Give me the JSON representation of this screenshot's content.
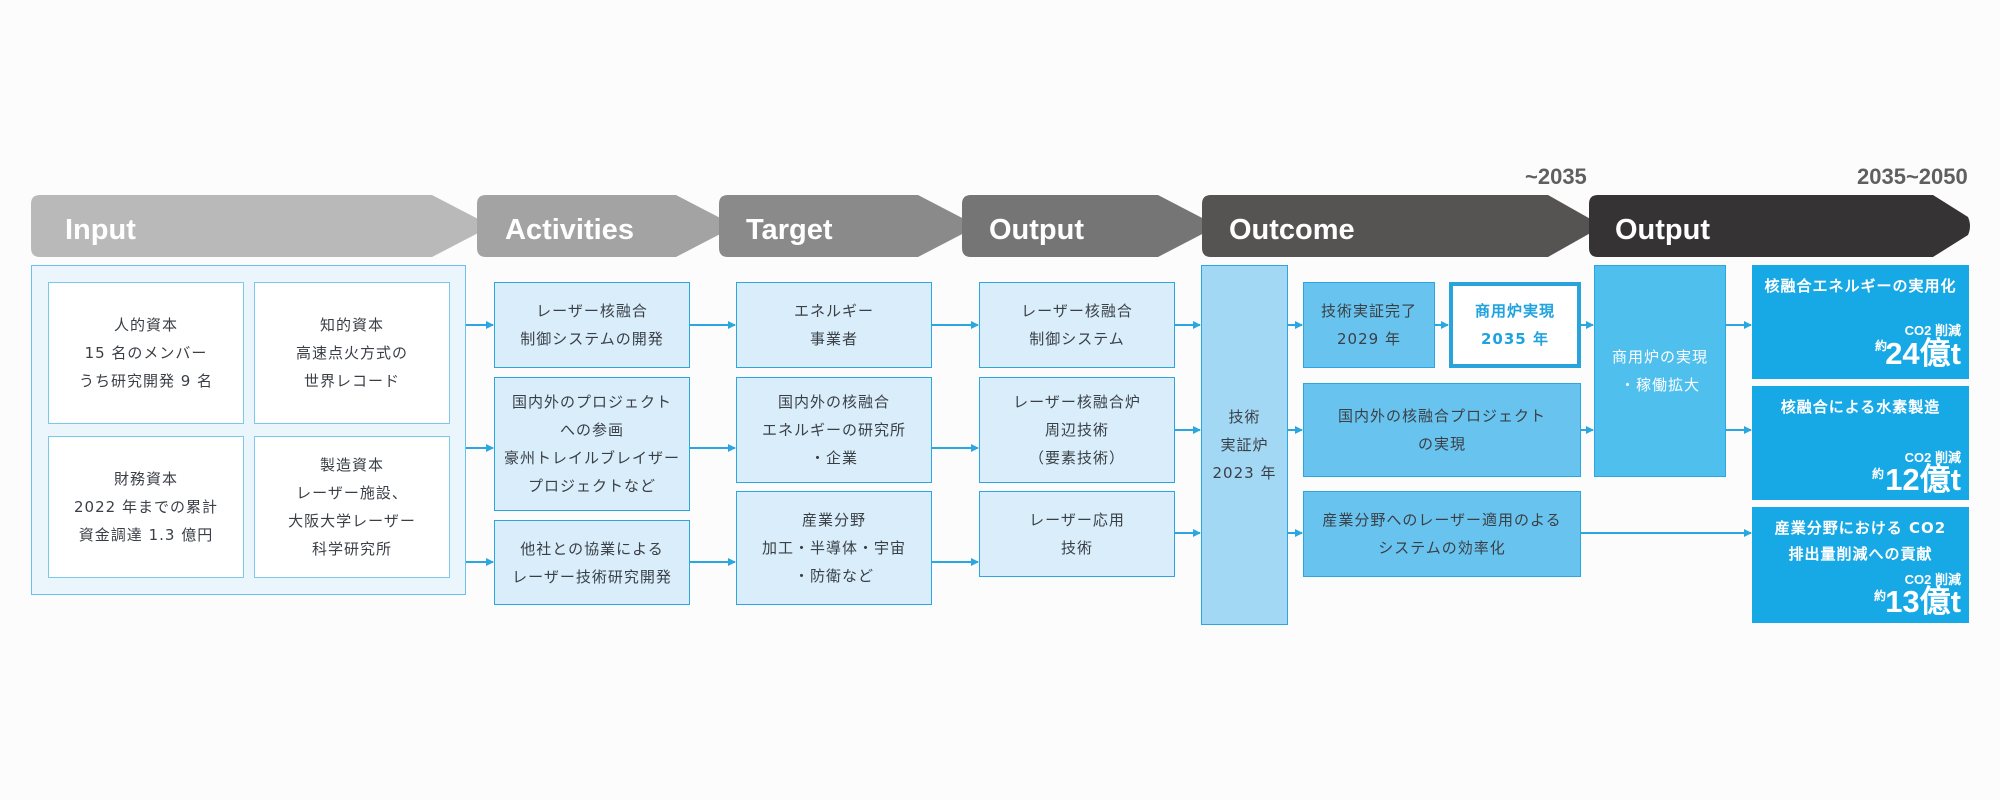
{
  "periods": {
    "mid": "~2035",
    "long": "2035~2050"
  },
  "headers": [
    {
      "label": "Input",
      "color": "#b9b9b9"
    },
    {
      "label": "Activities",
      "color": "#a3a3a3"
    },
    {
      "label": "Target",
      "color": "#8a8a8a"
    },
    {
      "label": "Output",
      "color": "#757575"
    },
    {
      "label": "Outcome",
      "color": "#565353"
    },
    {
      "label": "Output",
      "color": "#353333"
    }
  ],
  "input": {
    "human": [
      "人的資本",
      "15 名のメンバー",
      "うち研究開発 9 名"
    ],
    "intellectual": [
      "知的資本",
      "高速点火方式の",
      "世界レコード"
    ],
    "financial": [
      "財務資本",
      "2022 年までの累計",
      "資金調達 1.3 億円"
    ],
    "manufacturing": [
      "製造資本",
      "レーザー施設、",
      "大阪大学レーザー",
      "科学研究所"
    ]
  },
  "activities": [
    [
      "レーザー核融合",
      "制御システムの開発"
    ],
    [
      "国内外のプロジェクト",
      "への参画",
      "豪州トレイルブレイザー",
      "プロジェクトなど"
    ],
    [
      "他社との協業による",
      "レーザー技術研究開発"
    ]
  ],
  "targets": [
    [
      "エネルギー",
      "事業者"
    ],
    [
      "国内外の核融合",
      "エネルギーの研究所",
      "・企業"
    ],
    [
      "産業分野",
      "加工・半導体・宇宙",
      "・防衛など"
    ]
  ],
  "outputs": [
    [
      "レーザー核融合",
      "制御システム"
    ],
    [
      "レーザー核融合炉",
      "周辺技術",
      "（要素技術）"
    ],
    [
      "レーザー応用",
      "技術"
    ]
  ],
  "outcome": {
    "demo_reactor": [
      "技術",
      "実証炉",
      "2023 年"
    ],
    "tech_complete": [
      "技術実証完了",
      "2029 年"
    ],
    "commercial": [
      "商用炉実現",
      "2035 年"
    ],
    "project": [
      "国内外の核融合プロジェクト",
      "の実現"
    ],
    "industry": [
      "産業分野へのレーザー適用のよる",
      "システムの効率化"
    ]
  },
  "final_output": {
    "commercial_expand": [
      "商用炉の実現",
      "・稼働拡大"
    ]
  },
  "results": [
    {
      "title": [
        "核融合エネルギーの実用化"
      ],
      "co2": "CO2 削減",
      "approx": "約",
      "amount": "24億t"
    },
    {
      "title": [
        "核融合による水素製造"
      ],
      "co2": "CO2 削減",
      "approx": "約",
      "amount": "12億t"
    },
    {
      "title": [
        "産業分野における CO2",
        "排出量削減への貢献"
      ],
      "co2": "CO2 削減",
      "approx": "約",
      "amount": "13億t"
    }
  ],
  "colors": {
    "accent": "#2aa6e0",
    "result": "#17a8e6"
  }
}
